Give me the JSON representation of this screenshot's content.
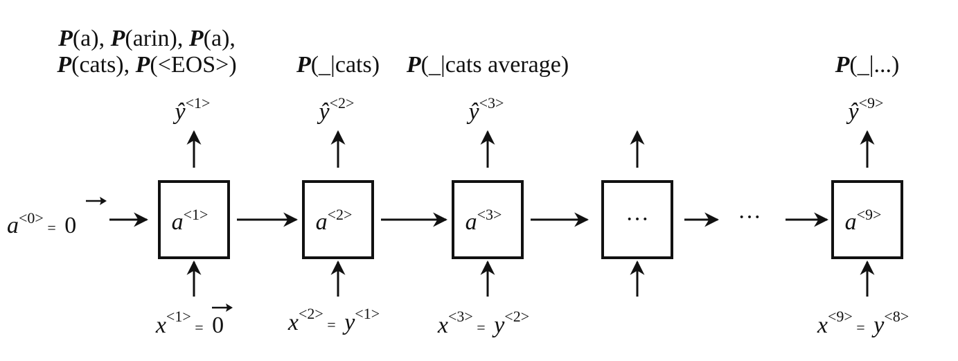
{
  "colors": {
    "ink": "#111111",
    "background": "#ffffff"
  },
  "initial_activation": {
    "var": "a",
    "sup": "<0>",
    "eq": "=",
    "val": "0"
  },
  "ellipsis_between": "···",
  "cells": [
    {
      "id": "t1",
      "box_var": "a",
      "box_sup": "<1>",
      "out_var": "ŷ",
      "out_sup": "<1>",
      "prob_lines": [
        [
          {
            "p": "P",
            "arg": "(a), "
          },
          {
            "p": "P",
            "arg": "(arin), "
          },
          {
            "p": "P",
            "arg": "(a),"
          }
        ],
        [
          {
            "p": "P",
            "arg": "(cats), "
          },
          {
            "p": "P",
            "arg": "(<EOS>)"
          }
        ]
      ],
      "in_var": "x",
      "in_sup": "<1>",
      "in_eq": "=",
      "in_rhs_var": "",
      "in_rhs_sup": "",
      "in_rhs_vec": "0"
    },
    {
      "id": "t2",
      "box_var": "a",
      "box_sup": "<2>",
      "out_var": "ŷ",
      "out_sup": "<2>",
      "prob_lines": [
        [
          {
            "p": "P",
            "arg": "(_|cats)"
          }
        ]
      ],
      "in_var": "x",
      "in_sup": "<2>",
      "in_eq": "=",
      "in_rhs_var": "y",
      "in_rhs_sup": "<1>",
      "in_rhs_vec": ""
    },
    {
      "id": "t3",
      "box_var": "a",
      "box_sup": "<3>",
      "out_var": "ŷ",
      "out_sup": "<3>",
      "prob_lines": [
        [
          {
            "p": "P",
            "arg": "(_|cats average)"
          }
        ]
      ],
      "in_var": "x",
      "in_sup": "<3>",
      "in_eq": "=",
      "in_rhs_var": "y",
      "in_rhs_sup": "<2>",
      "in_rhs_vec": ""
    },
    {
      "id": "t4",
      "box_text": "···",
      "out_var": "",
      "out_sup": "",
      "prob_lines": [],
      "in_var": "",
      "in_sup": "",
      "in_eq": "",
      "in_rhs_var": "",
      "in_rhs_sup": "",
      "in_rhs_vec": ""
    },
    {
      "id": "t9",
      "box_var": "a",
      "box_sup": "<9>",
      "out_var": "ŷ",
      "out_sup": "<9>",
      "prob_lines": [
        [
          {
            "p": "P",
            "arg": "(_|...)"
          }
        ]
      ],
      "in_var": "x",
      "in_sup": "<9>",
      "in_eq": "=",
      "in_rhs_var": "y",
      "in_rhs_sup": "<8>",
      "in_rhs_vec": ""
    }
  ]
}
